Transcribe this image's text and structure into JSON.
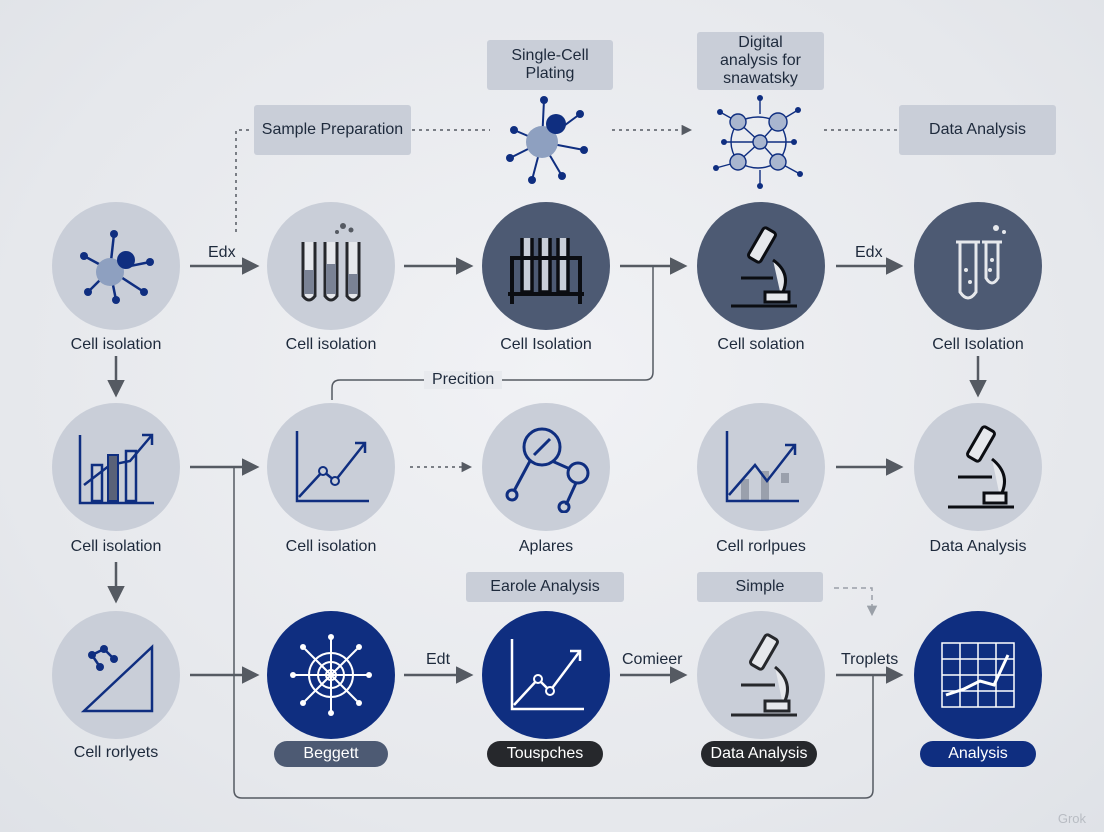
{
  "top_boxes": {
    "single_cell": "Single-Cell Plating",
    "digital_1": "Digital",
    "digital_2": "analysis for",
    "digital_3": "snawatsky",
    "sample_prep": "Sample Preparation",
    "data_analysis": "Data Analysis"
  },
  "row1": [
    "Cell isolation",
    "Cell isolation",
    "Cell Isolation",
    "Cell solation",
    "Cell Isolation"
  ],
  "row2": [
    "Cell isolation",
    "Cell isolation",
    "Aplares",
    "Cell rorlpues",
    "Data Analysis"
  ],
  "row3": [
    "Cell rorlyets",
    "Beggett",
    "Touspches",
    "Data Analysis",
    "Analysis"
  ],
  "mid_boxes": {
    "earole": "Earole Analysis",
    "simple": "Simple"
  },
  "edges": {
    "edx_1": "Edx",
    "edx_2": "Edx",
    "precition": "Precition",
    "edt": "Edt",
    "comieer": "Comieer",
    "troplets": "Troplets"
  },
  "watermark": "Grok",
  "colors": {
    "light": "#c9ced8",
    "slate": "#4d5a73",
    "navy": "#0f2e80",
    "arrow": "#555a62"
  }
}
